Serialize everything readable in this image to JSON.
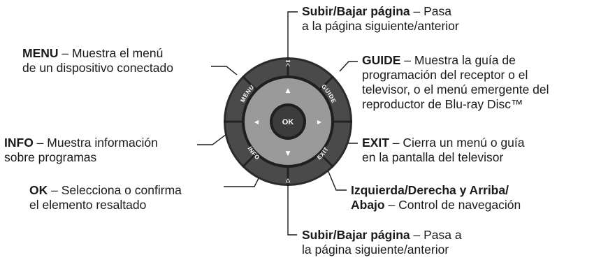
{
  "remote": {
    "buttons": {
      "menu": "MENU",
      "guide": "GUIDE",
      "info": "INFO",
      "exit": "EXIT",
      "ok": "OK"
    },
    "glyphs": {
      "up": "▲",
      "down": "▼",
      "left": "◀",
      "right": "▶",
      "page_up": "⩞",
      "page_down": "⩟"
    }
  },
  "labels": {
    "page_top": {
      "title": "Subir/Bajar página",
      "line1_rest": " – Pasa",
      "line2": "a la página siguiente/anterior"
    },
    "menu": {
      "title": "MENU",
      "line1_rest": " – Muestra el menú",
      "line2": "de un dispositivo conectado"
    },
    "guide": {
      "title": "GUIDE",
      "line1_rest": " – Muestra la guía de",
      "line2": "programación del receptor o el",
      "line3": "televisor, o el menú emergente del",
      "line4": "reproductor de Blu-ray Disc™"
    },
    "info": {
      "title": "INFO",
      "line1_rest": " – Muestra información",
      "line2": "sobre programas"
    },
    "exit": {
      "title": "EXIT",
      "line1_rest": " – Cierra un menú o guía",
      "line2": "en la pantalla del televisor"
    },
    "ok": {
      "title": "OK",
      "line1_rest": " – Selecciona o confirma",
      "line2": "el elemento resaltado"
    },
    "nav": {
      "title_line1": "Izquierda/Derecha y Arriba/",
      "title_line2": "Abajo",
      "line2_rest": " – Control de navegación"
    },
    "page_bottom": {
      "title": "Subir/Bajar página",
      "line1_rest": " – Pasa a",
      "line2": "la página siguiente/anterior"
    }
  }
}
